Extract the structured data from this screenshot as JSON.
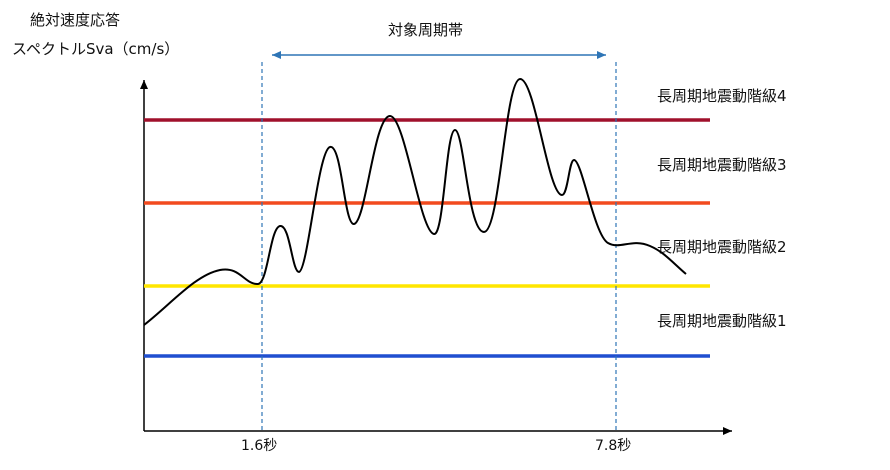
{
  "axis": {
    "y_label_line1": "絶対速度応答",
    "y_label_line2": "スペクトルSva（cm/s）",
    "x_ticks": [
      "1.6秒",
      "7.8秒"
    ]
  },
  "target_band": {
    "label": "対象周期帯"
  },
  "levels": [
    {
      "label": "長周期地震動階級4",
      "color": "#a0102c"
    },
    {
      "label": "長周期地震動階級3",
      "color": "#f24a1e"
    },
    {
      "label": "長周期地震動階級2",
      "color": "#ffe600"
    },
    {
      "label": "長周期地震動階級1",
      "color": "#1f4fd0"
    }
  ],
  "guide_color": "#2e75b6"
}
